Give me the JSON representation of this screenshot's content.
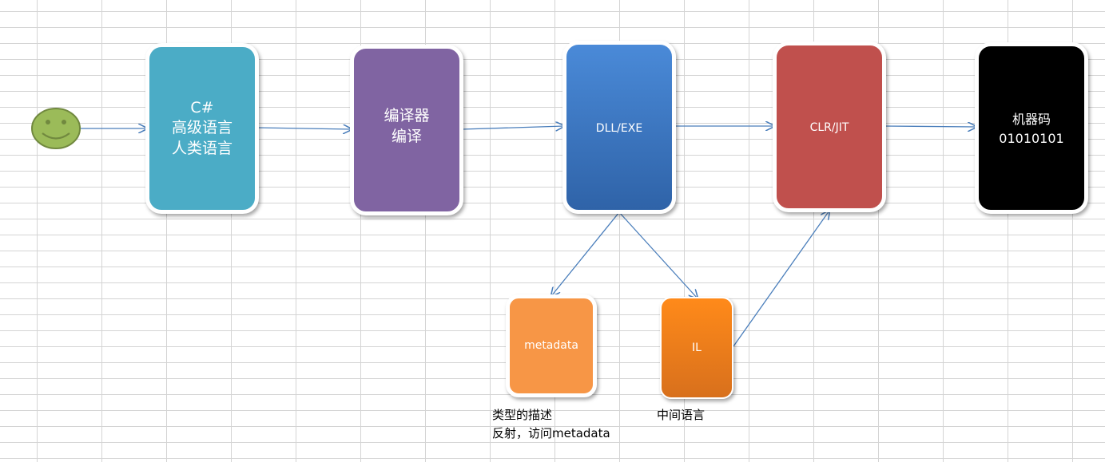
{
  "nodes": {
    "source": {
      "lines": [
        "C#",
        "高级语言",
        "人类语言"
      ],
      "color": "#4bacc6"
    },
    "compiler": {
      "lines": [
        "编译器",
        "编译"
      ],
      "color": "#8064a2"
    },
    "dll": {
      "label": "DLL/EXE",
      "color_top": "#4a8ad8",
      "color_bottom": "#2f63a8"
    },
    "clr": {
      "label": "CLR/JIT",
      "color": "#c0504d"
    },
    "machine": {
      "lines": [
        "机器码",
        "01010101"
      ],
      "color": "#000000"
    },
    "metadata": {
      "label": "metadata",
      "color": "#f79646"
    },
    "il": {
      "label": "IL",
      "color_top": "#ff8a1a",
      "color_bottom": "#d8701c"
    }
  },
  "captions": {
    "metadata": [
      "类型的描述",
      "反射，访问metadata"
    ],
    "il": [
      "中间语言"
    ]
  },
  "icons": {
    "start": "smiley-face-icon"
  },
  "colors": {
    "arrow": "#4a7ebb",
    "smiley": "#9bbb59",
    "smiley_border": "#71893f",
    "grid": "#d4d4d4"
  }
}
